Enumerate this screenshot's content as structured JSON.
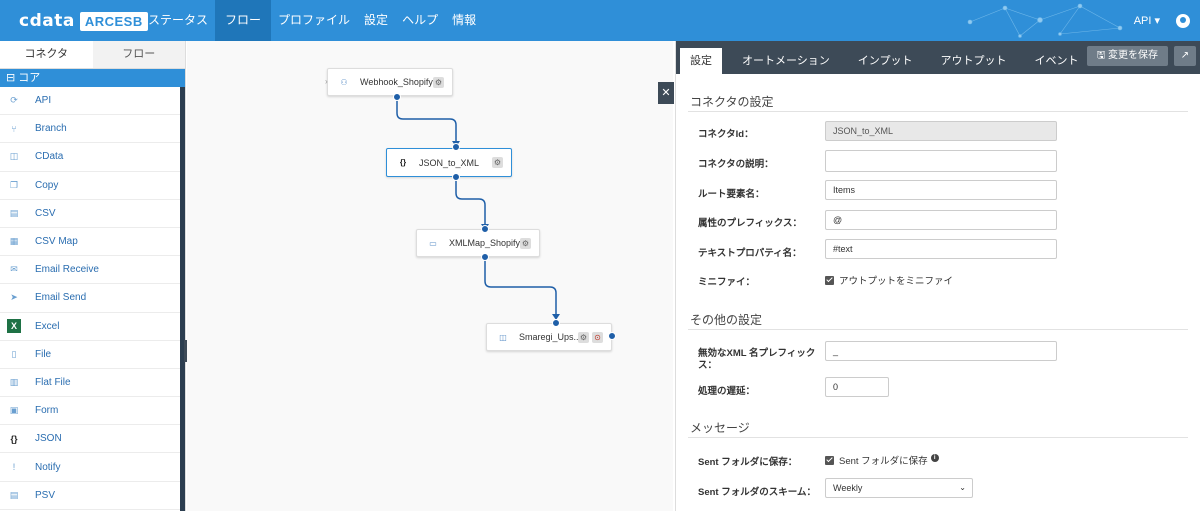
{
  "brand": {
    "logo": "cdata",
    "product": "ARCESB"
  },
  "nav": [
    "ステータス",
    "フロー",
    "プロファイル",
    "設定",
    "ヘルプ",
    "情報"
  ],
  "nav_active": "フロー",
  "topright": {
    "api": "API ▾"
  },
  "left": {
    "tabs": [
      "コネクタ",
      "フロー"
    ],
    "core_header": "⊟ コア",
    "connectors": [
      {
        "label": "API",
        "icon": "api-icon",
        "glyph": "⟳"
      },
      {
        "label": "Branch",
        "icon": "branch-icon",
        "glyph": "⑂"
      },
      {
        "label": "CData",
        "icon": "cdata-icon",
        "glyph": "◫"
      },
      {
        "label": "Copy",
        "icon": "copy-icon",
        "glyph": "❐"
      },
      {
        "label": "CSV",
        "icon": "csv-icon",
        "glyph": "▤"
      },
      {
        "label": "CSV Map",
        "icon": "csv-map-icon",
        "glyph": "▦"
      },
      {
        "label": "Email Receive",
        "icon": "email-receive-icon",
        "glyph": "✉"
      },
      {
        "label": "Email Send",
        "icon": "email-send-icon",
        "glyph": "➤"
      },
      {
        "label": "Excel",
        "icon": "excel-icon",
        "glyph": "X"
      },
      {
        "label": "File",
        "icon": "file-icon",
        "glyph": "▯"
      },
      {
        "label": "Flat File",
        "icon": "flat-file-icon",
        "glyph": "▥"
      },
      {
        "label": "Form",
        "icon": "form-icon",
        "glyph": "▣"
      },
      {
        "label": "JSON",
        "icon": "json-icon",
        "glyph": "{}"
      },
      {
        "label": "Notify",
        "icon": "notify-icon",
        "glyph": "!"
      },
      {
        "label": "PSV",
        "icon": "psv-icon",
        "glyph": "▤"
      }
    ]
  },
  "canvas": {
    "nodes": [
      {
        "label": "Webhook_Shopify",
        "icon": "webhook-icon"
      },
      {
        "label": "JSON_to_XML",
        "icon": "json-icon"
      },
      {
        "label": "XMLMap_Shopify...",
        "icon": "xmlmap-icon"
      },
      {
        "label": "Smaregi_Ups...",
        "icon": "cdata-icon"
      }
    ]
  },
  "right": {
    "tabs": [
      "設定",
      "オートメーション",
      "インプット",
      "アウトプット",
      "イベント"
    ],
    "save_label": "🖫 変更を保存",
    "sections": {
      "connector": "コネクタの設定",
      "other": "その他の設定",
      "message": "メッセージ"
    },
    "fields": {
      "connector_id_label": "コネクタId：",
      "connector_id_value": "JSON_to_XML",
      "description_label": "コネクタの説明：",
      "description_value": "",
      "root_label": "ルート要素名：",
      "root_value": "Items",
      "attr_prefix_label": "属性のプレフィックス：",
      "attr_prefix_value": "@",
      "text_prop_label": "テキストプロパティ名：",
      "text_prop_value": "#text",
      "minify_label": "ミニファイ：",
      "minify_check": "アウトプットをミニファイ",
      "invalid_prefix_label_1": "無効なXML 名プレフィック",
      "invalid_prefix_label_2": "ス：",
      "invalid_prefix_value": "_",
      "delay_label": "処理の遅延：",
      "delay_value": "0",
      "sent_save_label": "Sent フォルダに保存：",
      "sent_save_check": "Sent フォルダに保存",
      "sent_scheme_label": "Sent フォルダのスキーム：",
      "sent_scheme_value": "Weekly"
    }
  }
}
